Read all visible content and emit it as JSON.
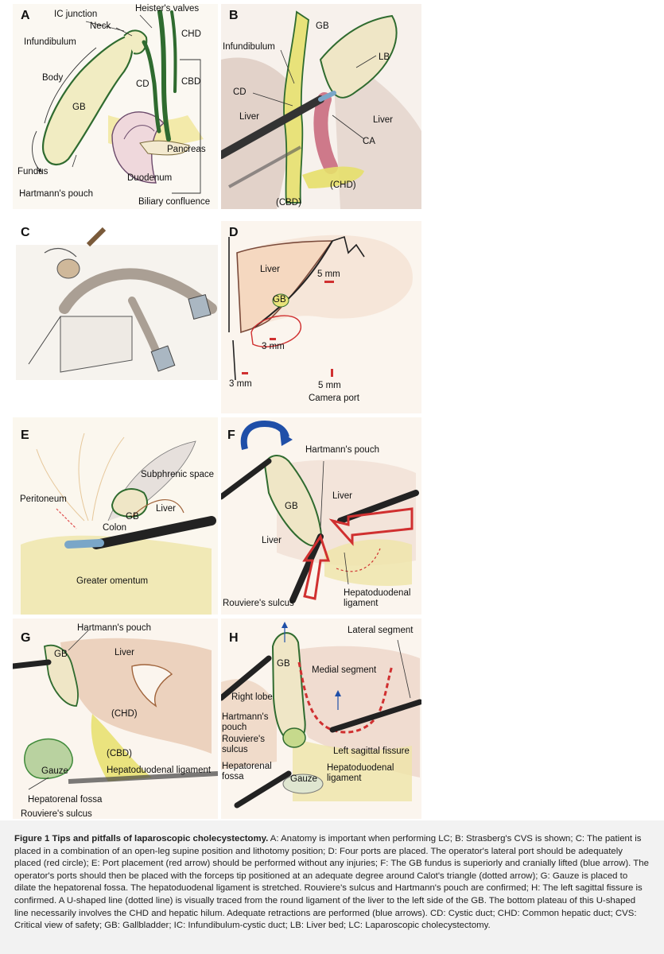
{
  "panels": {
    "A": {
      "letter": "A",
      "labels": {
        "ic_junction": "IC junction",
        "heisters_valves": "Heister's valves",
        "neck": "Neck",
        "chd": "CHD",
        "infundibulum": "Infundibulum",
        "body": "Body",
        "cd": "CD",
        "cbd": "CBD",
        "gb": "GB",
        "pancreas": "Pancreas",
        "fundus": "Fundus",
        "duodenum": "Duodenum",
        "hartmanns_pouch": "Hartmann's pouch",
        "biliary_confluence": "Biliary confluence"
      }
    },
    "B": {
      "letter": "B",
      "labels": {
        "gb": "GB",
        "infundibulum": "Infundibulum",
        "lb": "LB",
        "cd": "CD",
        "liver_left": "Liver",
        "liver_right": "Liver",
        "ca": "CA",
        "chd": "(CHD)",
        "cbd": "(CBD)"
      }
    },
    "C": {
      "letter": "C"
    },
    "D": {
      "letter": "D",
      "labels": {
        "liver": "Liver",
        "five_mm_top": "5 mm",
        "gb": "GB",
        "three_mm_mid": "3 mm",
        "three_mm_left": "3 mm",
        "five_mm_bottom": "5 mm",
        "camera_port": "Camera port"
      }
    },
    "E": {
      "letter": "E",
      "labels": {
        "subphrenic": "Subphrenic space",
        "peritoneum": "Peritoneum",
        "liver": "Liver",
        "gb": "GB",
        "colon": "Colon",
        "omentum": "Greater omentum"
      }
    },
    "F": {
      "letter": "F",
      "labels": {
        "hartmanns_pouch": "Hartmann's pouch",
        "liver_top": "Liver",
        "gb": "GB",
        "liver_left": "Liver",
        "rouviere": "Rouviere's sulcus",
        "hepatoduodenal": "Hepatoduodenal ligament"
      }
    },
    "G": {
      "letter": "G",
      "labels": {
        "hartmanns_pouch": "Hartmann's pouch",
        "gb": "GB",
        "liver": "Liver",
        "chd": "(CHD)",
        "cbd": "(CBD)",
        "gauze": "Gauze",
        "hepatoduodenal": "Hepatoduodenal ligament",
        "hepatorenal": "Hepatorenal fossa",
        "rouviere": "Rouviere's sulcus"
      }
    },
    "H": {
      "letter": "H",
      "labels": {
        "lateral_segment": "Lateral segment",
        "gb": "GB",
        "medial_segment": "Medial segment",
        "right_lobe": "Right lobe",
        "hartmanns_pouch": "Hartmann's pouch",
        "rouviere": "Rouviere's sulcus",
        "left_sagittal": "Left sagittal fissure",
        "hepatorenal": "Hepatorenal fossa",
        "gauze": "Gauze",
        "hepatoduodenal": "Hepatoduodenal ligament"
      }
    }
  },
  "caption": {
    "title": "Figure 1  Tips and pitfalls of laparoscopic cholecystectomy.",
    "text": "A: Anatomy is important when performing LC; B: Strasberg's CVS is shown; C: The patient is placed in a combination of an open-leg supine position and lithotomy position; D: Four ports are placed. The operator's lateral port should be adequately placed (red circle); E: Port placement (red arrow) should be performed without any injuries; F: The GB fundus is superiorly and cranially lifted (blue arrow). The operator's ports should then be placed with the forceps tip positioned at an adequate degree around Calot's triangle (dotted arrow); G: Gauze is placed to dilate the hepatorenal fossa. The hepatoduodenal ligament is stretched. Rouviere's sulcus and Hartmann's pouch are confirmed; H: The left sagittal fissure is confirmed. A U-shaped line (dotted line) is visually traced from the round ligament of the liver to the left side of the GB. The bottom plateau of this U-shaped line necessarily involves the CHD and hepatic hilum. Adequate retractions are performed (blue arrows). CD: Cystic duct; CHD: Common hepatic duct; CVS: Critical view of safety; GB: Gallbladder; IC: Infundibulum-cystic duct; LB: Liver bed; LC: Laparoscopic cholecystectomy."
  },
  "colors": {
    "gb_green": "#3f8a3a",
    "liver_brown": "#a0643c",
    "fat_yellow": "#e6df6a",
    "artery_pink": "#c0506a",
    "port_red": "#d03030",
    "arrow_blue": "#1f4fa8"
  }
}
